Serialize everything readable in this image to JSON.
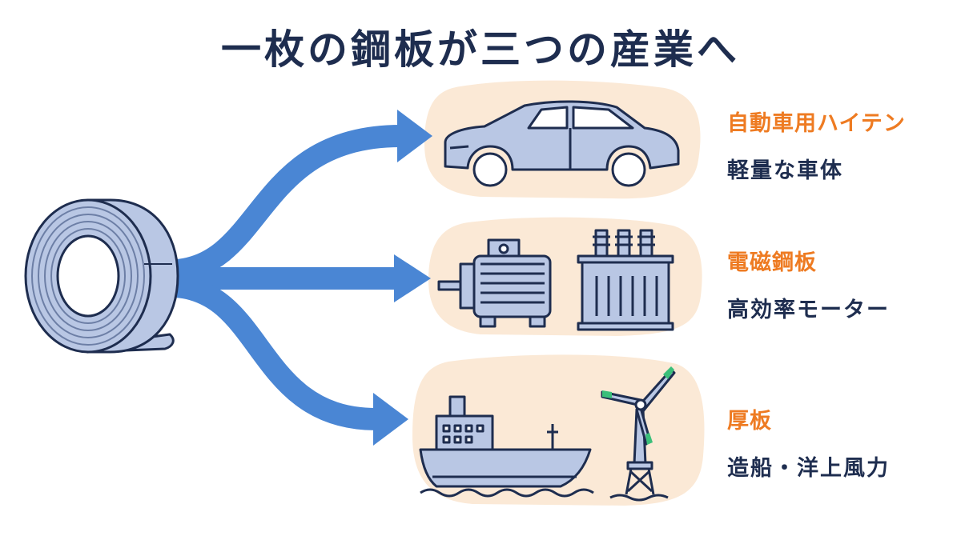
{
  "title": "一枚の鋼板が三つの産業へ",
  "colors": {
    "title": "#1e2d4f",
    "arrow": "#4a86d4",
    "highlight_bg": "#fbe9d6",
    "accent": "#ee7b22",
    "icon_fill": "#b9c7e4",
    "outline": "#1e2d4f",
    "turbine_tip": "#3bbf7a"
  },
  "source": {
    "icon": "steel-coil-icon"
  },
  "branches": [
    {
      "heading": "自動車用ハイテン",
      "subtitle": "軽量な車体",
      "icons": [
        "car-body-icon"
      ]
    },
    {
      "heading": "電磁鋼板",
      "subtitle": "高効率モーター",
      "icons": [
        "electric-motor-icon",
        "transformer-icon"
      ]
    },
    {
      "heading": "厚板",
      "subtitle": "造船・洋上風力",
      "icons": [
        "ship-icon",
        "wind-turbine-icon"
      ]
    }
  ]
}
